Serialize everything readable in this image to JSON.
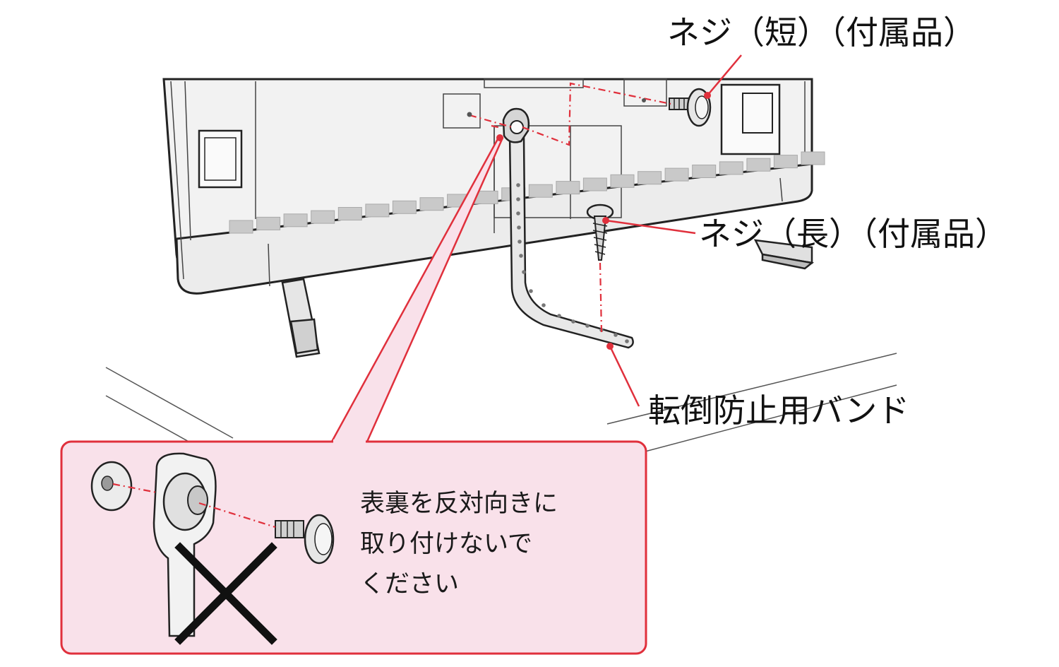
{
  "labels": {
    "screw_short": "ネジ（短）（付属品）",
    "screw_long": "ネジ（長）（付属品）",
    "band": "転倒防止用バンド"
  },
  "warning": {
    "line1": "表裏を反対向きに",
    "line2": "取り付けないで",
    "line3": "ください"
  },
  "colors": {
    "callout_line": "#e0303c",
    "callout_fill": "#f9e1ea",
    "tv_body": "#f2f2f2",
    "tv_stripe": "#c9c9c9",
    "outline": "#222222"
  }
}
